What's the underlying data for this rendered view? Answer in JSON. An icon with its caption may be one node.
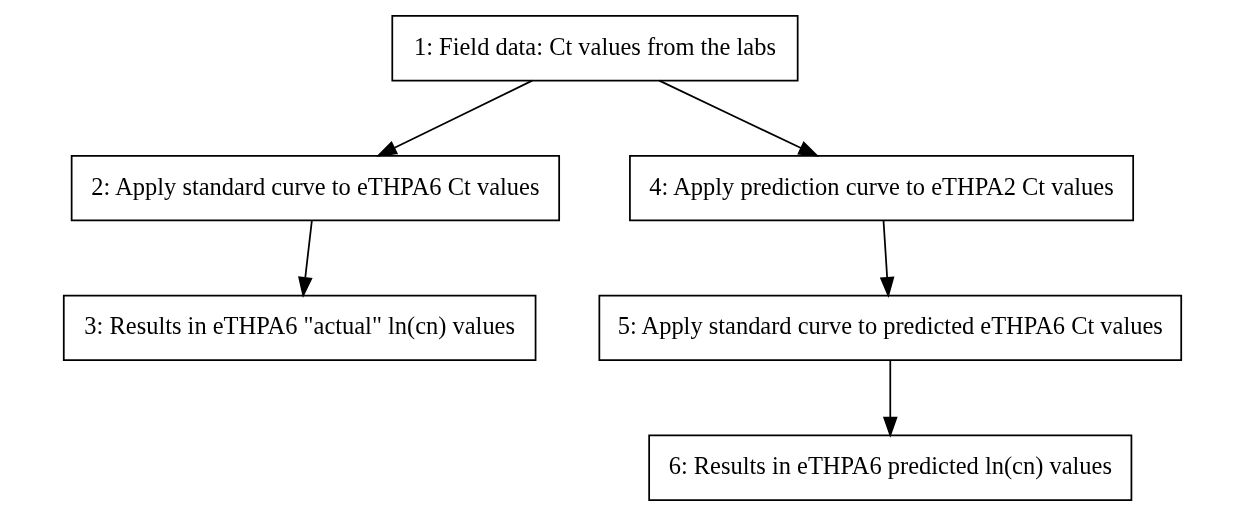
{
  "diagram": {
    "nodes": [
      {
        "text": [
          "1: Field data: Ct values from the labs"
        ]
      },
      {
        "text": [
          "2: Apply standard curve to eTHPA6 Ct values"
        ]
      },
      {
        "text": [
          "3: Results in eTHPA6 \"actual\" ln(cn) values"
        ]
      },
      {
        "text": [
          "4: Apply prediction curve to eTHPA2 Ct values"
        ]
      },
      {
        "text": [
          "5: Apply standard curve to predicted eTHPA6 Ct values"
        ]
      },
      {
        "text": [
          "6: Results in eTHPA6 predicted ln(cn) values"
        ]
      }
    ],
    "edges": [
      {
        "from": 0,
        "to": 1,
        "arrow": "to"
      },
      {
        "from": 1,
        "to": 2,
        "arrow": "to"
      },
      {
        "from": 0,
        "to": 3,
        "arrow": "to"
      },
      {
        "from": 3,
        "to": 4,
        "arrow": "to"
      },
      {
        "from": 4,
        "to": 5,
        "arrow": "to"
      }
    ]
  }
}
